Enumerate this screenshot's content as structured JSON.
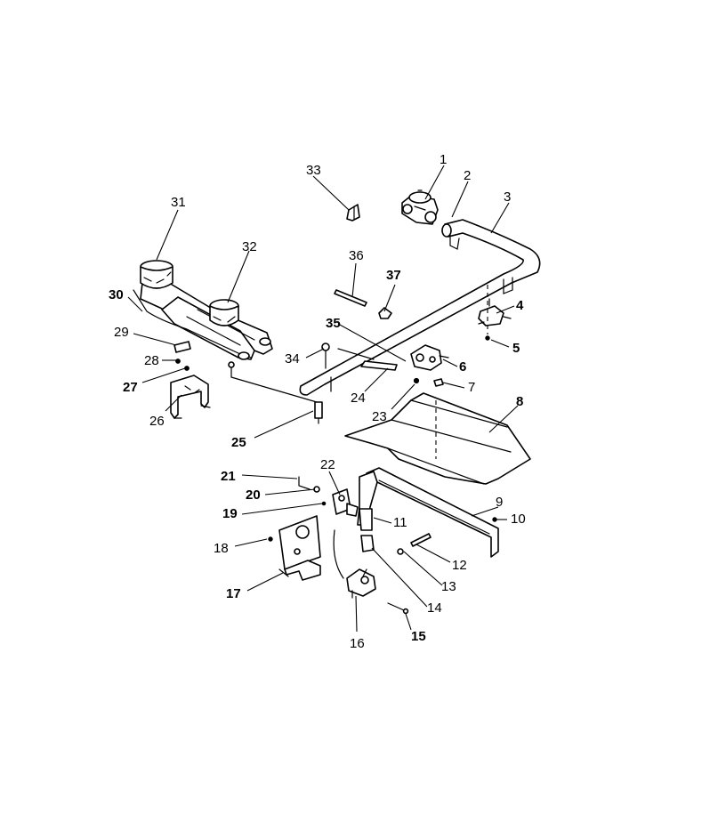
{
  "diagram": {
    "callouts": [
      {
        "id": "1",
        "text": "1"
      },
      {
        "id": "2",
        "text": "2"
      },
      {
        "id": "3",
        "text": "3"
      },
      {
        "id": "4",
        "text": "4"
      },
      {
        "id": "5",
        "text": "5"
      },
      {
        "id": "6",
        "text": "6"
      },
      {
        "id": "7",
        "text": "7"
      },
      {
        "id": "8",
        "text": "8"
      },
      {
        "id": "9",
        "text": "9"
      },
      {
        "id": "10",
        "text": "10"
      },
      {
        "id": "11",
        "text": "11"
      },
      {
        "id": "12",
        "text": "12"
      },
      {
        "id": "13",
        "text": "13"
      },
      {
        "id": "14",
        "text": "14"
      },
      {
        "id": "15",
        "text": "15"
      },
      {
        "id": "16",
        "text": "16"
      },
      {
        "id": "17",
        "text": "17"
      },
      {
        "id": "18",
        "text": "18"
      },
      {
        "id": "19",
        "text": "19"
      },
      {
        "id": "20",
        "text": "20"
      },
      {
        "id": "21",
        "text": "21"
      },
      {
        "id": "22",
        "text": "22"
      },
      {
        "id": "23",
        "text": "23"
      },
      {
        "id": "24",
        "text": "24"
      },
      {
        "id": "25",
        "text": "25"
      },
      {
        "id": "26",
        "text": "26"
      },
      {
        "id": "27",
        "text": "27"
      },
      {
        "id": "28",
        "text": "28"
      },
      {
        "id": "29",
        "text": "29"
      },
      {
        "id": "30",
        "text": "30"
      },
      {
        "id": "31",
        "text": "31"
      },
      {
        "id": "32",
        "text": "32"
      },
      {
        "id": "33",
        "text": "33"
      },
      {
        "id": "34",
        "text": "34"
      },
      {
        "id": "35",
        "text": "35"
      },
      {
        "id": "36",
        "text": "36"
      },
      {
        "id": "37",
        "text": "37"
      }
    ]
  }
}
